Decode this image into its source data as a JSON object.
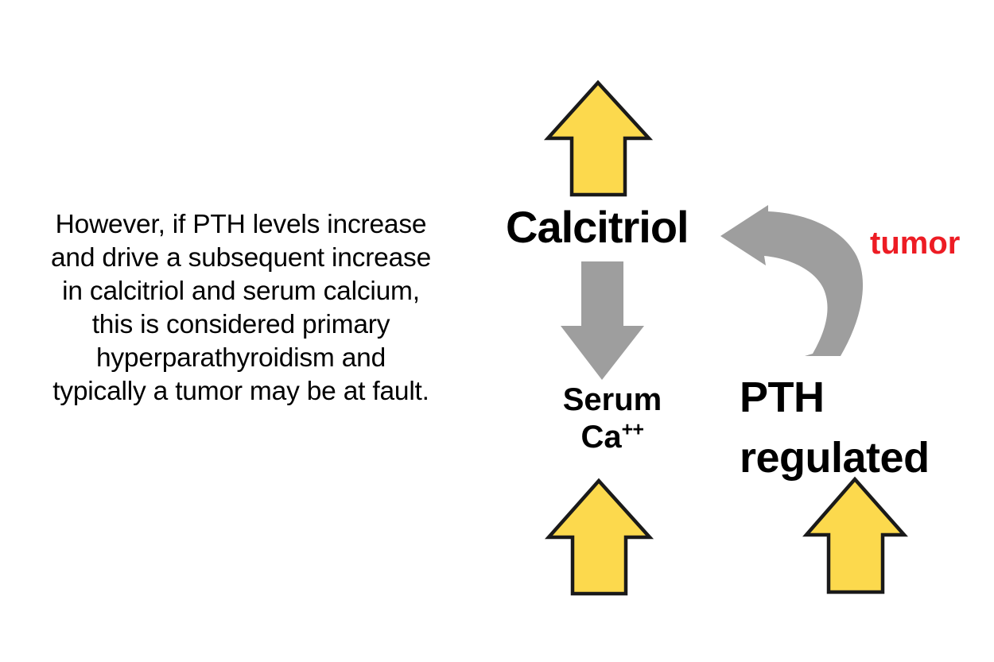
{
  "slide": {
    "background_color": "#FFFFFF",
    "explanation_text": "However, if PTH levels increase\nand drive a subsequent increase\nin calcitriol and serum calcium,\nthis is considered primary\nhyperparathyroidism and\ntypically a tumor may be at fault."
  },
  "palette": {
    "yellow_fill": "#FCD94D",
    "yellow_stroke": "#1A1A1A",
    "gray_fill": "#9E9E9E",
    "text_black": "#000000",
    "tumor_red": "#ED1C24"
  },
  "diagram": {
    "type": "feedback-loop",
    "labels": {
      "calcitriol": "Calcitriol",
      "serum_line1": "Serum",
      "serum_line2_base": "Ca",
      "serum_line2_sup": "++",
      "pth_line1": "PTH",
      "pth_line2": "regulated",
      "tumor": "tumor"
    },
    "arrows": [
      {
        "name": "calcitriol-increase-arrow",
        "icon": "up-arrow-icon",
        "direction": "up",
        "color": "#FCD94D",
        "meaning": "calcitriol increased"
      },
      {
        "name": "calcitriol-to-serum-arrow",
        "icon": "down-arrow-icon",
        "direction": "down",
        "color": "#9E9E9E",
        "meaning": "calcitriol drives serum calcium"
      },
      {
        "name": "serum-calcium-increase-arrow",
        "icon": "up-arrow-icon",
        "direction": "up",
        "color": "#FCD94D",
        "meaning": "serum calcium increased"
      },
      {
        "name": "pth-increase-arrow",
        "icon": "up-arrow-icon",
        "direction": "up",
        "color": "#FCD94D",
        "meaning": "PTH increased"
      },
      {
        "name": "pth-to-calcitriol-curved-arrow",
        "icon": "curved-arrow-icon",
        "direction": "counter-clockwise-left",
        "color": "#9E9E9E",
        "meaning": "PTH stimulates calcitriol"
      }
    ]
  }
}
